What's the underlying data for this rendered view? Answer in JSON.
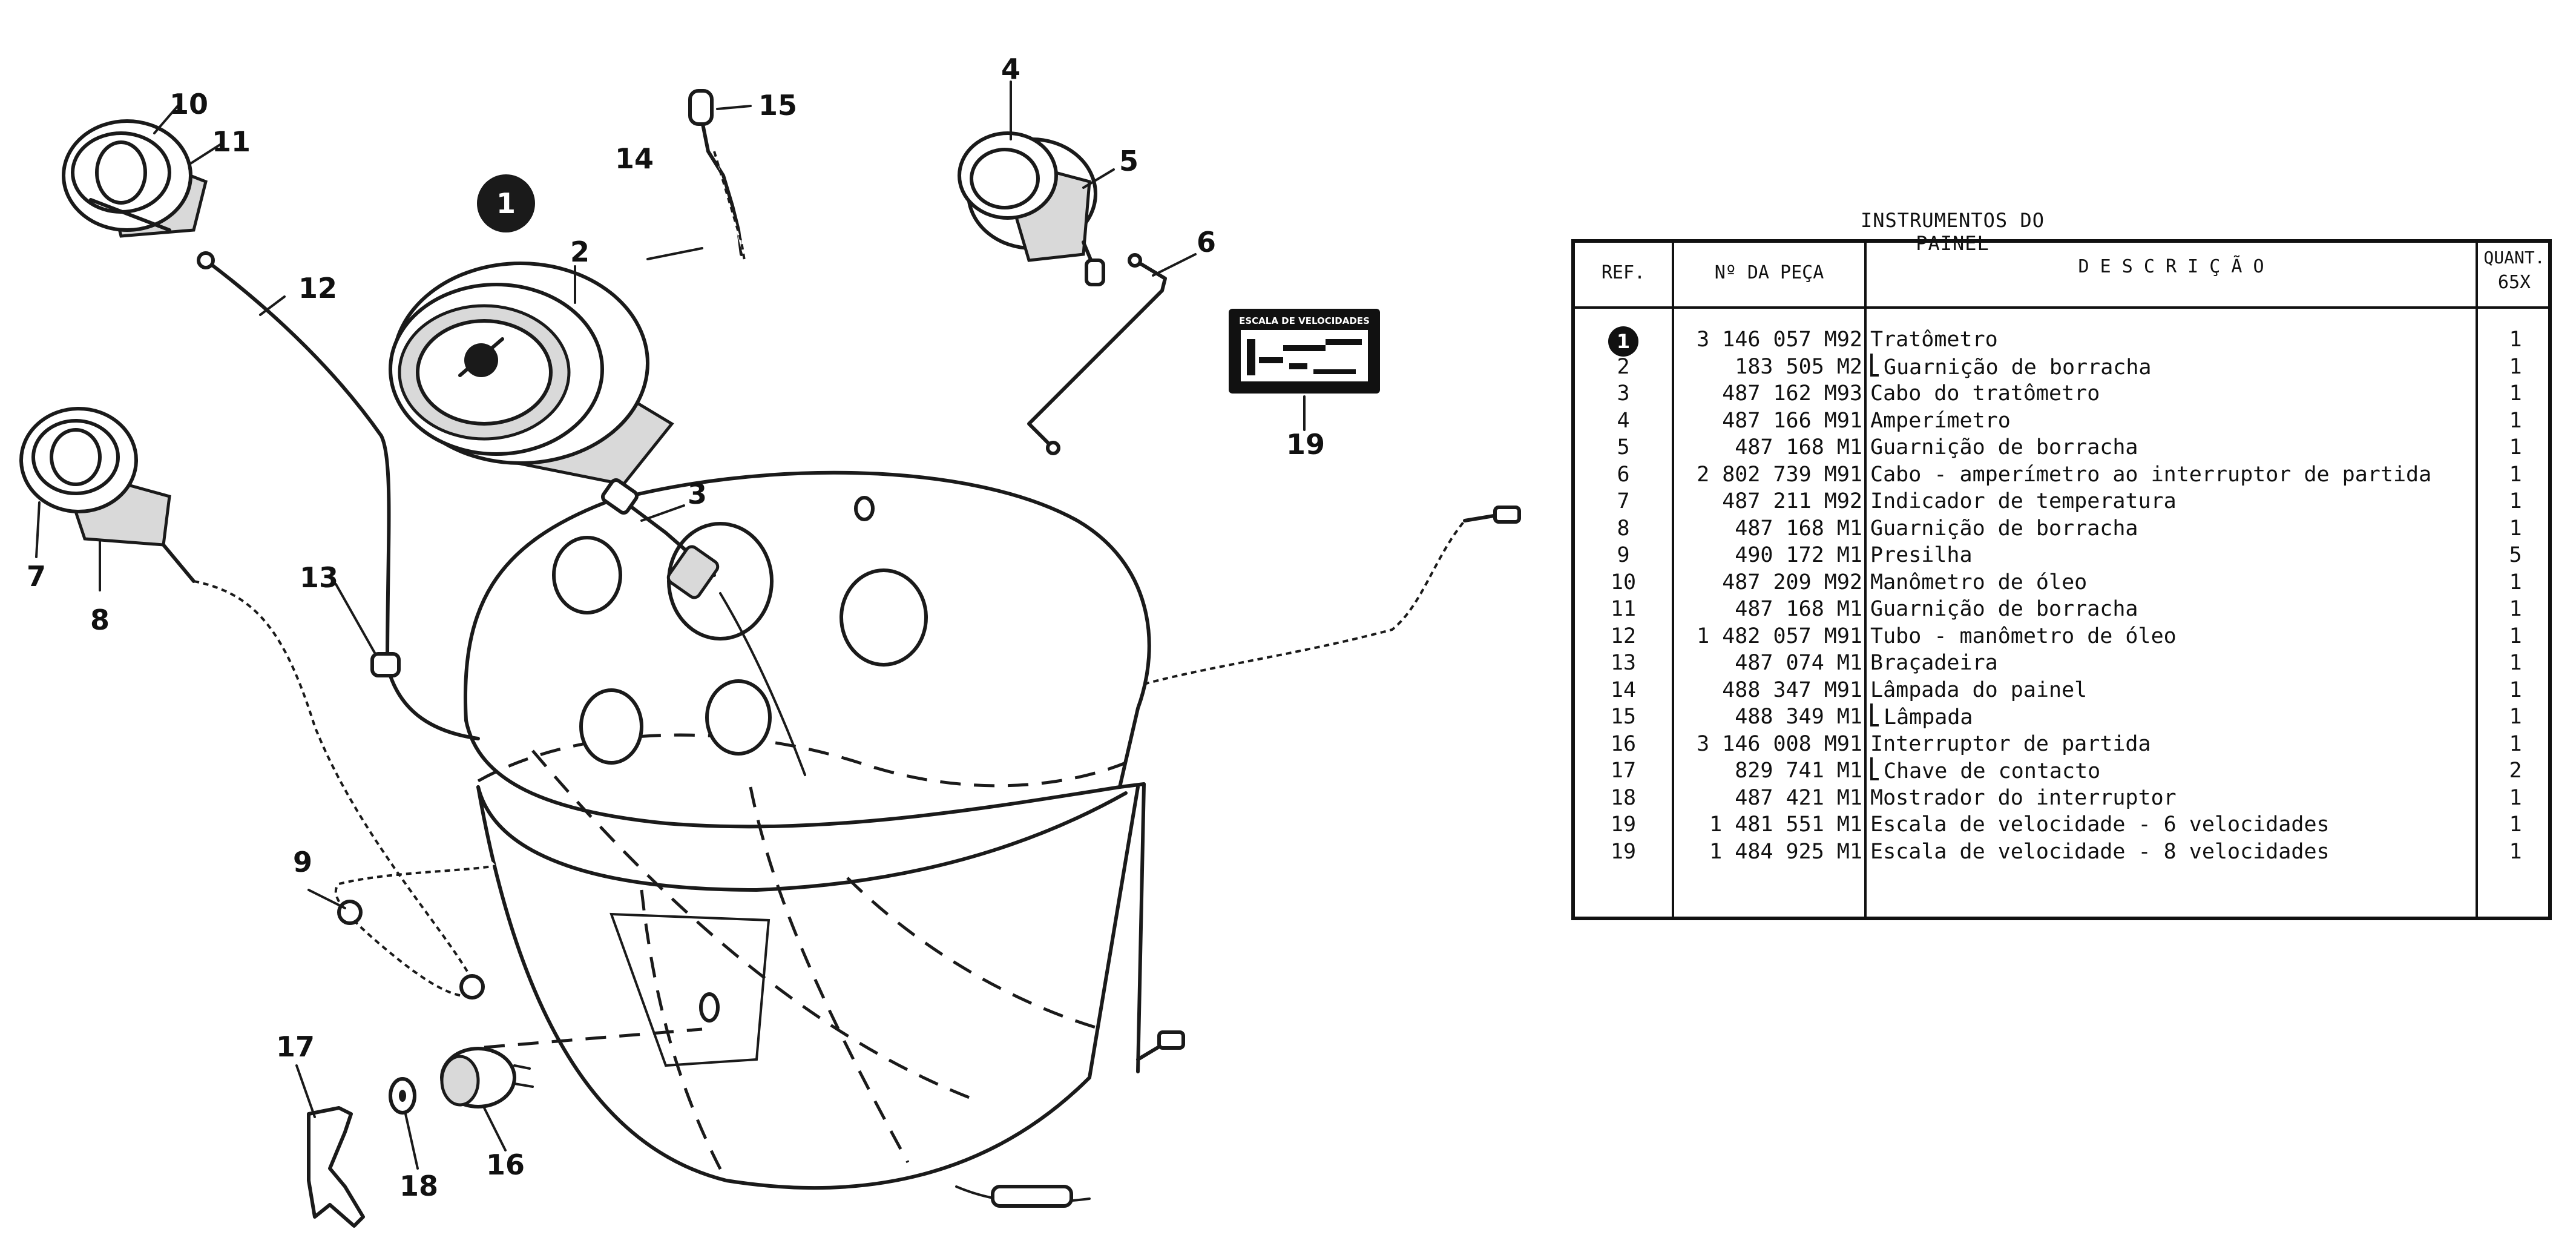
{
  "diagram": {
    "callouts": [
      {
        "id": "c1",
        "label": "1"
      },
      {
        "id": "c2",
        "label": "2"
      },
      {
        "id": "c3",
        "label": "3"
      },
      {
        "id": "c4",
        "label": "4"
      },
      {
        "id": "c5",
        "label": "5"
      },
      {
        "id": "c6",
        "label": "6"
      },
      {
        "id": "c7",
        "label": "7"
      },
      {
        "id": "c8",
        "label": "8"
      },
      {
        "id": "c9",
        "label": "9"
      },
      {
        "id": "c10",
        "label": "10"
      },
      {
        "id": "c11",
        "label": "11"
      },
      {
        "id": "c12",
        "label": "12"
      },
      {
        "id": "c13",
        "label": "13"
      },
      {
        "id": "c14",
        "label": "14"
      },
      {
        "id": "c15",
        "label": "15"
      },
      {
        "id": "c16",
        "label": "16"
      },
      {
        "id": "c17",
        "label": "17"
      },
      {
        "id": "c18",
        "label": "18"
      },
      {
        "id": "c19",
        "label": "19"
      }
    ],
    "speed_scale_plate": "ESCALA DE VELOCIDADES"
  },
  "table": {
    "title": "INSTRUMENTOS DO PAINEL",
    "headers": {
      "ref": "REF.",
      "part": "Nº DA PEÇA",
      "desc": "D E S C R I Ç Ã O",
      "qty": "QUANT.",
      "qty_sub": "65X"
    },
    "rows": [
      {
        "ref": "1",
        "highlight": true,
        "part": "3 146 057 M92",
        "desc": "Tratômetro",
        "sub": false,
        "qty": "1"
      },
      {
        "ref": "2",
        "part": "183 505 M2",
        "desc": "Guarnição de borracha",
        "sub": true,
        "qty": "1"
      },
      {
        "ref": "3",
        "part": "487 162 M93",
        "desc": "Cabo do tratômetro",
        "sub": false,
        "qty": "1"
      },
      {
        "ref": "4",
        "part": "487 166 M91",
        "desc": "Amperímetro",
        "sub": false,
        "qty": "1"
      },
      {
        "ref": "5",
        "part": "487 168 M1",
        "desc": "Guarnição de borracha",
        "sub": false,
        "qty": "1"
      },
      {
        "ref": "6",
        "part": "2 802 739 M91",
        "desc": "Cabo - amperímetro ao interruptor de partida",
        "sub": false,
        "qty": "1"
      },
      {
        "ref": "7",
        "part": "487 211 M92",
        "desc": "Indicador de temperatura",
        "sub": false,
        "qty": "1"
      },
      {
        "ref": "8",
        "part": "487 168 M1",
        "desc": "Guarnição de borracha",
        "sub": false,
        "qty": "1"
      },
      {
        "ref": "9",
        "part": "490 172 M1",
        "desc": "Presilha",
        "sub": false,
        "qty": "5"
      },
      {
        "ref": "10",
        "part": "487 209 M92",
        "desc": "Manômetro de óleo",
        "sub": false,
        "qty": "1"
      },
      {
        "ref": "11",
        "part": "487 168 M1",
        "desc": "Guarnição de borracha",
        "sub": false,
        "qty": "1"
      },
      {
        "ref": "12",
        "part": "1 482 057 M91",
        "desc": "Tubo - manômetro de óleo",
        "sub": false,
        "qty": "1"
      },
      {
        "ref": "13",
        "part": "487 074 M1",
        "desc": "Braçadeira",
        "sub": false,
        "qty": "1"
      },
      {
        "ref": "14",
        "part": "488 347 M91",
        "desc": "Lâmpada do painel",
        "sub": false,
        "qty": "1"
      },
      {
        "ref": "15",
        "part": "488 349 M1",
        "desc": "Lâmpada",
        "sub": true,
        "qty": "1"
      },
      {
        "ref": "16",
        "part": "3 146 008 M91",
        "desc": "Interruptor de partida",
        "sub": false,
        "qty": "1"
      },
      {
        "ref": "17",
        "part": "829 741 M1",
        "desc": "Chave de contacto",
        "sub": true,
        "qty": "2"
      },
      {
        "ref": "18",
        "part": "487 421 M1",
        "desc": "Mostrador do interruptor",
        "sub": false,
        "qty": "1"
      },
      {
        "ref": "19",
        "part": "1 481 551 M1",
        "desc": "Escala de velocidade - 6 velocidades",
        "sub": false,
        "qty": "1"
      },
      {
        "ref": "19",
        "part": "1 484 925 M1",
        "desc": "Escala de velocidade - 8 velocidades",
        "sub": false,
        "qty": "1"
      }
    ]
  }
}
